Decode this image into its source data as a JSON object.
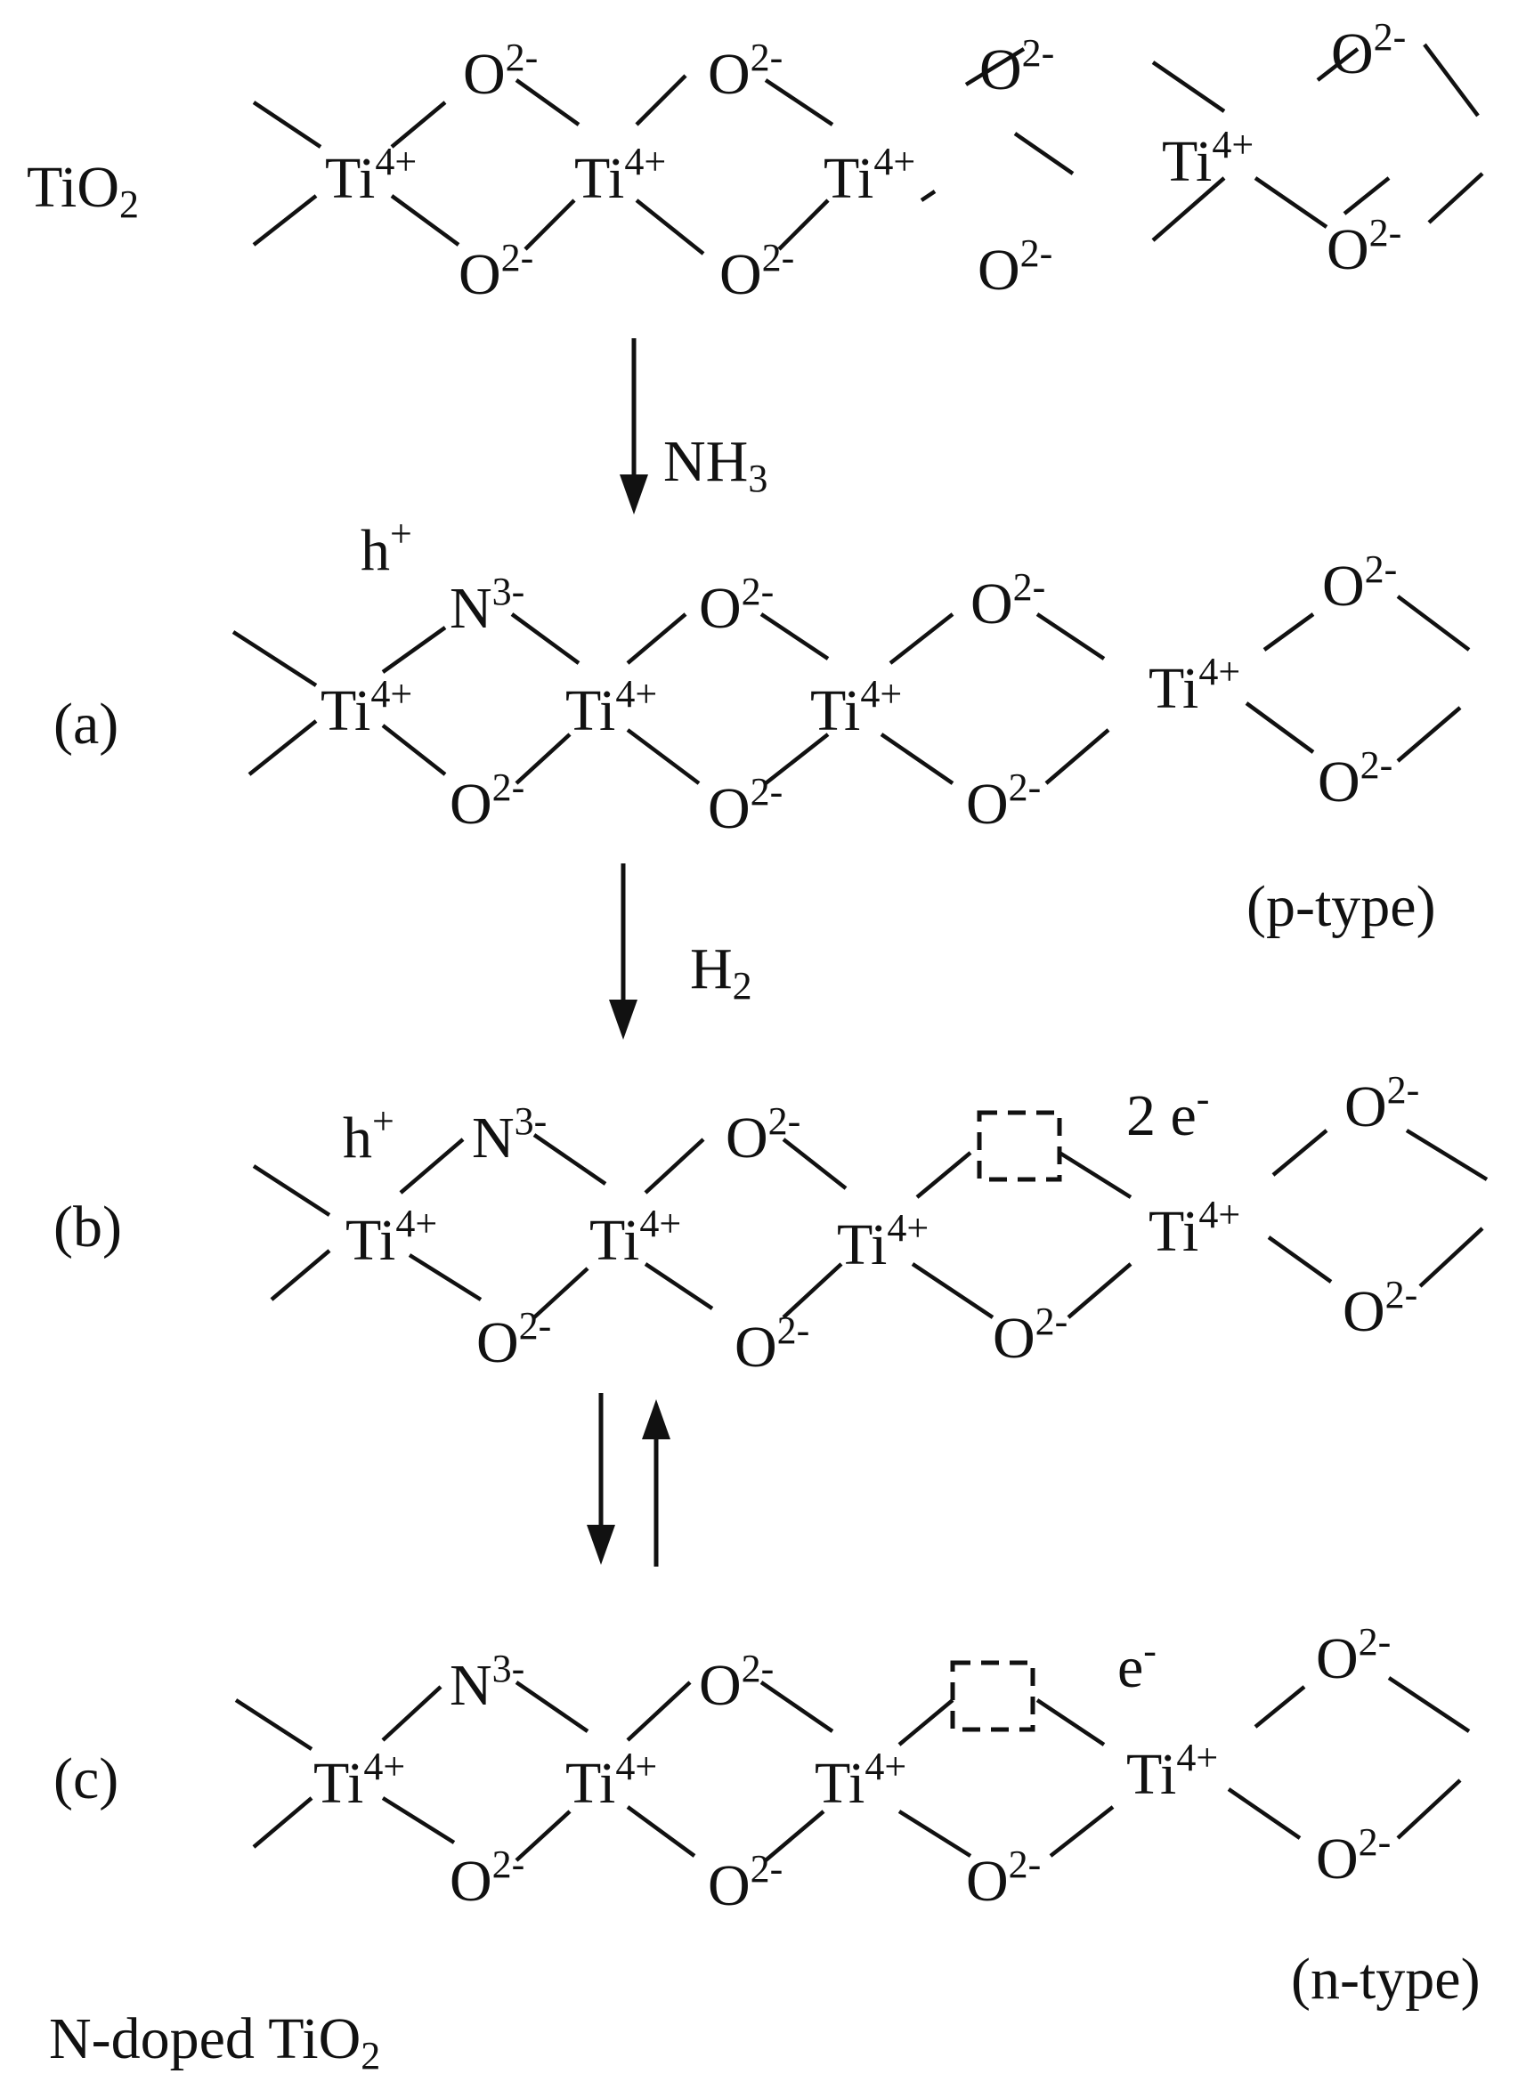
{
  "labels": {
    "tio2": "TiO",
    "tio2_sub": "2",
    "row_a": "(a)",
    "row_b": "(b)",
    "row_c": "(c)",
    "p_type": "(p-type)",
    "n_type": "(n-type)",
    "ndoped_main": "N-doped TiO",
    "ndoped_sub": "2"
  },
  "reagents": {
    "nh3_main": "NH",
    "nh3_sub": "3",
    "h2_main": "H",
    "h2_sub": "2"
  },
  "atoms": {
    "ti": "Ti",
    "ti_charge": "4+",
    "o": "O",
    "o_charge": "2-",
    "n": "N",
    "n_charge": "3-"
  },
  "species": {
    "hole": "h",
    "hole_charge": "+",
    "two_electrons": "2 e",
    "electron": "e",
    "electron_charge": "-"
  }
}
